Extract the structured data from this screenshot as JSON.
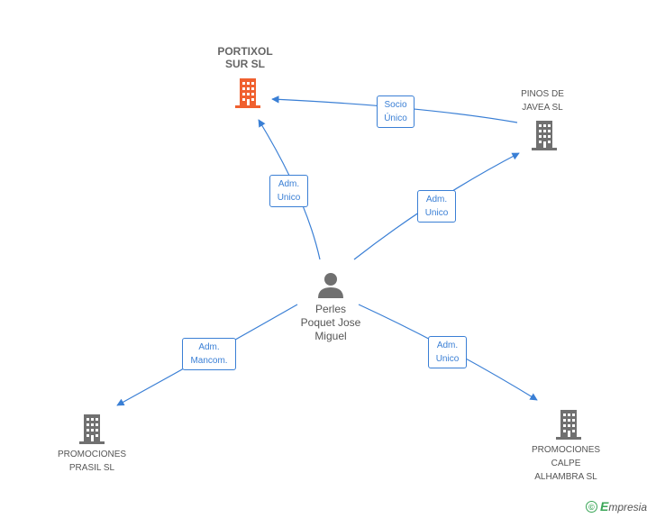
{
  "colors": {
    "edge": "#3a7fd5",
    "company_main": "#f0602f",
    "company": "#707070",
    "person": "#707070",
    "brand": "#3aa657"
  },
  "nodes": {
    "portixol": {
      "lines": [
        "PORTIXOL",
        "SUR SL"
      ],
      "icon": "building-icon"
    },
    "pinos": {
      "lines": [
        "PINOS DE",
        "JAVEA SL"
      ],
      "icon": "building-icon"
    },
    "person": {
      "lines": [
        "Perles",
        "Poquet Jose",
        "Miguel"
      ],
      "icon": "person-icon"
    },
    "prasil": {
      "lines": [
        "PROMOCIONES",
        "PRASIL SL"
      ],
      "icon": "building-icon"
    },
    "calpe": {
      "lines": [
        "PROMOCIONES",
        "CALPE",
        "ALHAMBRA SL"
      ],
      "icon": "building-icon"
    }
  },
  "edges": {
    "pinos_portixol": [
      "Socio",
      "Único"
    ],
    "person_portixol": [
      "Adm.",
      "Unico"
    ],
    "person_pinos": [
      "Adm.",
      "Unico"
    ],
    "person_prasil": [
      "Adm.",
      "Mancom."
    ],
    "person_calpe": [
      "Adm.",
      "Unico"
    ]
  },
  "brand": {
    "copyright": "©",
    "first_letter": "E",
    "rest": "mpresia"
  }
}
